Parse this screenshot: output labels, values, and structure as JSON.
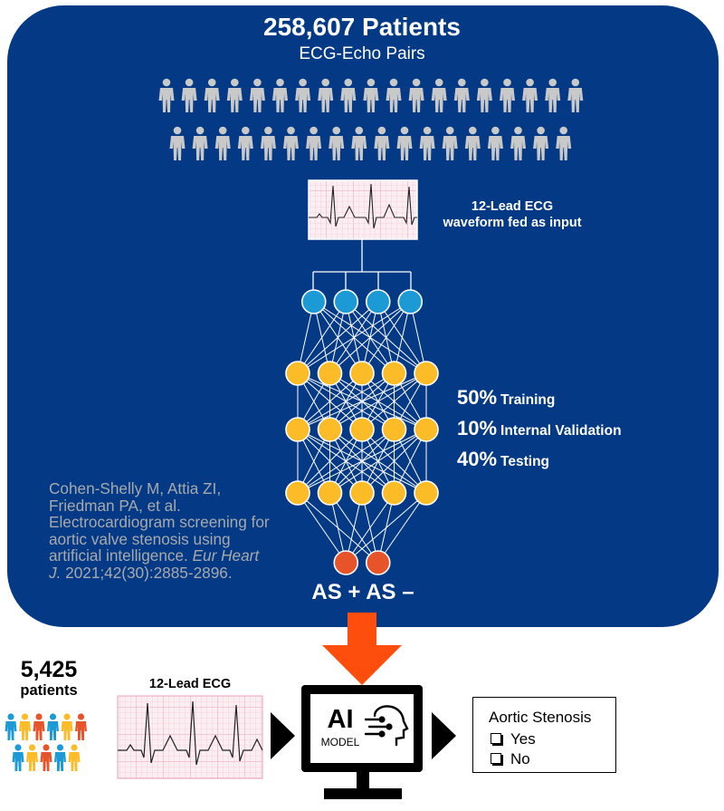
{
  "header": {
    "title": "258,607 Patients",
    "subtitle": "ECG-Echo Pairs"
  },
  "ecg_input": {
    "caption_line1": "12-Lead ECG",
    "caption_line2": "waveform fed as input"
  },
  "splits": [
    {
      "percent": "50%",
      "label": "Training"
    },
    {
      "percent": "10%",
      "label": "Internal Validation"
    },
    {
      "percent": "40%",
      "label": "Testing"
    }
  ],
  "network": {
    "layers": [
      4,
      5,
      5,
      5,
      2
    ],
    "output_label": "AS + AS –"
  },
  "citation": {
    "part1": "Cohen-Shelly M, Attia ZI, Friedman PA, et al. Electrocardiogram screening for aortic valve stenosis using artificial intelligence. ",
    "journal": "Eur Heart J.",
    "part2": " 2021;42(30):2885-2896."
  },
  "cohort": {
    "count": "5,425",
    "label": "patients"
  },
  "ecg_small": {
    "label": "12-Lead ECG"
  },
  "ai_model": {
    "title": "AI",
    "subtitle": "MODEL"
  },
  "result": {
    "title": "Aortic Stenosis",
    "options": [
      "Yes",
      "No"
    ]
  },
  "colors": {
    "panel": "#043a85",
    "person": "#c9c9c9",
    "input_node": "#1c9ad6",
    "hidden_node": "#fbbc28",
    "output_node": "#e8542a",
    "arrow": "#fe4e0e",
    "ecg_grid": "#f3c8d4"
  }
}
